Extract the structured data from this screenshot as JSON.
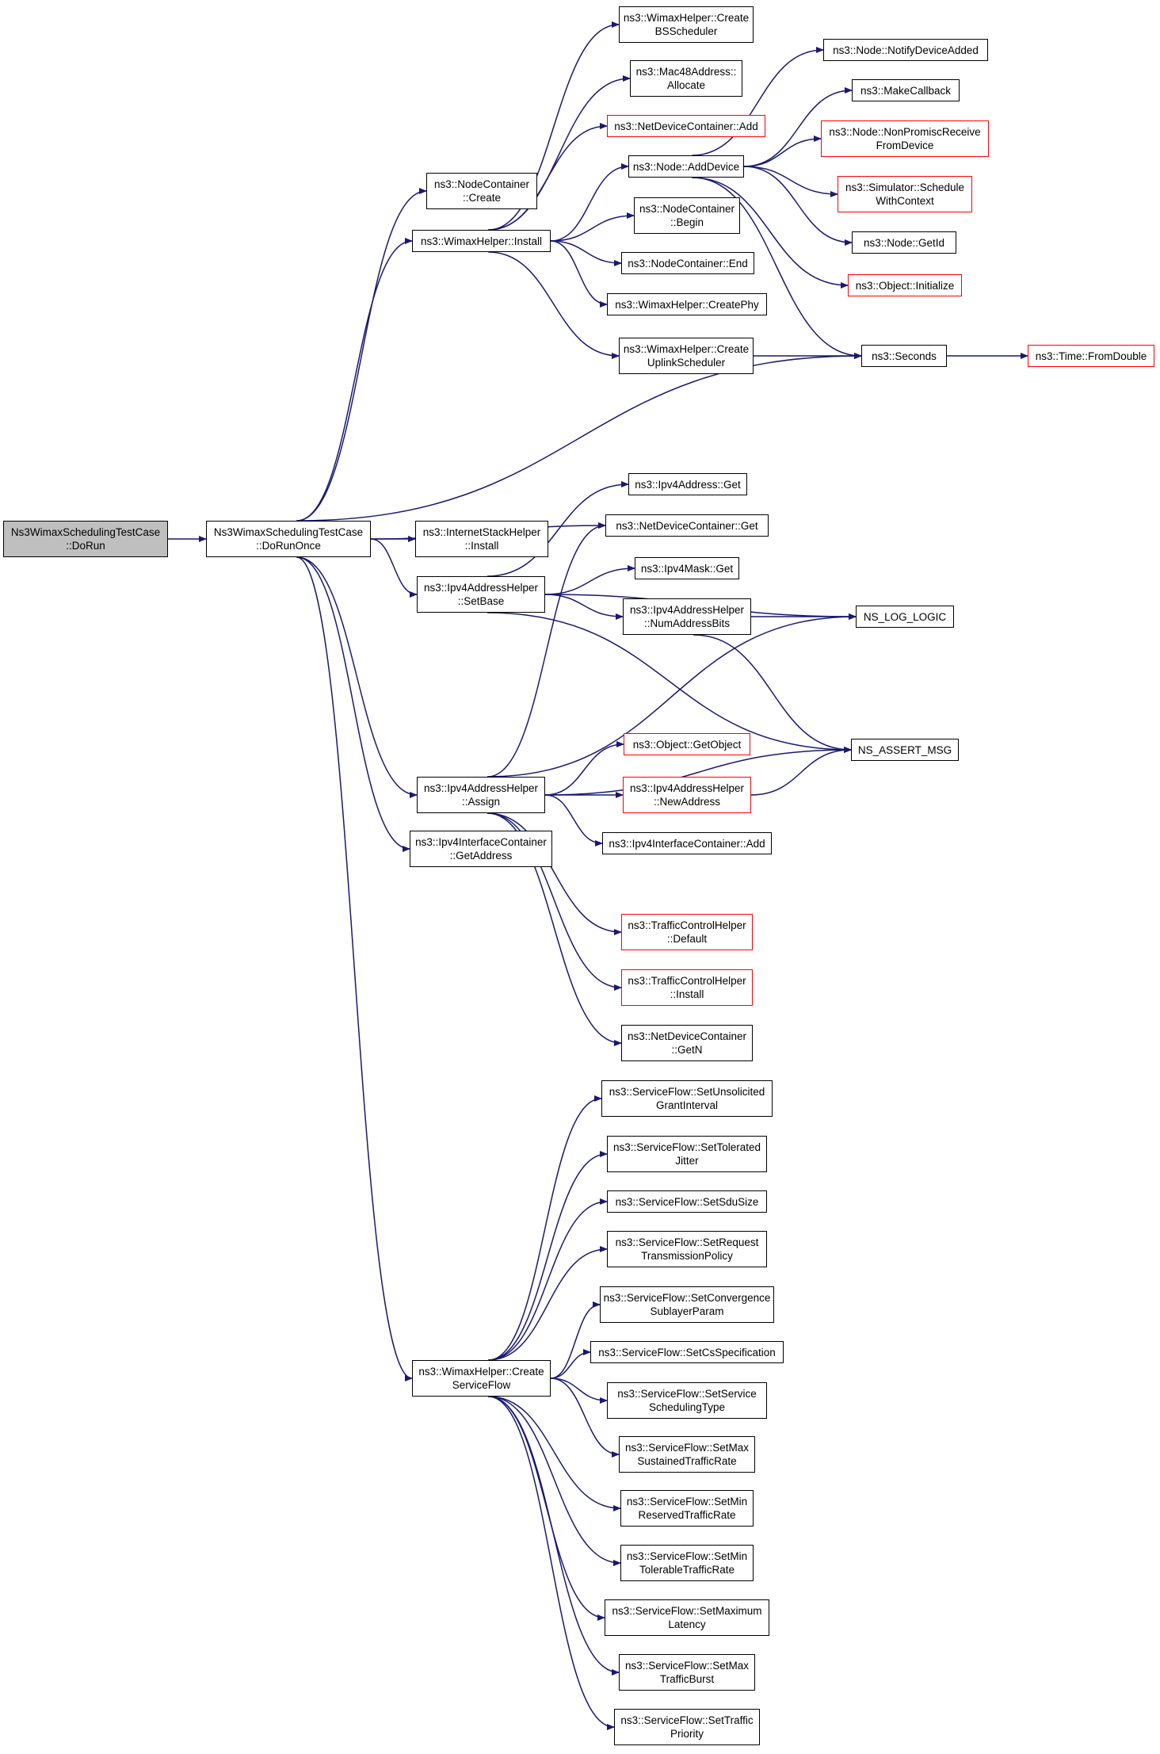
{
  "colors": {
    "edge": "#191970",
    "node_border": "#000000",
    "truncated_border": "#ff0000",
    "root_fill": "#bfbfbf"
  },
  "nodes": {
    "dorun": {
      "label": "Ns3WimaxSchedulingTestCase\n::DoRun",
      "style": "root"
    },
    "dorunonce": {
      "label": "Ns3WimaxSchedulingTestCase\n::DoRunOnce",
      "style": "normal"
    },
    "nc_create": {
      "label": "ns3::NodeContainer\n::Create",
      "style": "normal"
    },
    "wh_install": {
      "label": "ns3::WimaxHelper::Install",
      "style": "normal"
    },
    "ish_install": {
      "label": "ns3::InternetStackHelper\n::Install",
      "style": "normal"
    },
    "ipv4ah_setbase": {
      "label": "ns3::Ipv4AddressHelper\n::SetBase",
      "style": "normal"
    },
    "ipv4ah_assign": {
      "label": "ns3::Ipv4AddressHelper\n::Assign",
      "style": "normal"
    },
    "ipv4ic_getaddress": {
      "label": "ns3::Ipv4InterfaceContainer\n::GetAddress",
      "style": "normal"
    },
    "wh_createsf": {
      "label": "ns3::WimaxHelper::Create\nServiceFlow",
      "style": "normal"
    },
    "wh_createbss": {
      "label": "ns3::WimaxHelper::Create\nBSScheduler",
      "style": "normal"
    },
    "mac48_allocate": {
      "label": "ns3::Mac48Address::\nAllocate",
      "style": "normal"
    },
    "ndc_add": {
      "label": "ns3::NetDeviceContainer::Add",
      "style": "red"
    },
    "node_adddevice": {
      "label": "ns3::Node::AddDevice",
      "style": "normal"
    },
    "nc_begin": {
      "label": "ns3::NodeContainer\n::Begin",
      "style": "normal"
    },
    "nc_end": {
      "label": "ns3::NodeContainer::End",
      "style": "normal"
    },
    "wh_createphy": {
      "label": "ns3::WimaxHelper::CreatePhy",
      "style": "normal"
    },
    "wh_createul": {
      "label": "ns3::WimaxHelper::Create\nUplinkScheduler",
      "style": "normal"
    },
    "node_notify": {
      "label": "ns3::Node::NotifyDeviceAdded",
      "style": "normal"
    },
    "makecallback": {
      "label": "ns3::MakeCallback",
      "style": "normal"
    },
    "node_nonpromisc": {
      "label": "ns3::Node::NonPromiscReceive\nFromDevice",
      "style": "red"
    },
    "sim_schedule": {
      "label": "ns3::Simulator::Schedule\nWithContext",
      "style": "red"
    },
    "node_getid": {
      "label": "ns3::Node::GetId",
      "style": "normal"
    },
    "obj_initialize": {
      "label": "ns3::Object::Initialize",
      "style": "red"
    },
    "seconds": {
      "label": "ns3::Seconds",
      "style": "normal"
    },
    "time_fromdouble": {
      "label": "ns3::Time::FromDouble",
      "style": "red"
    },
    "ipv4addr_get": {
      "label": "ns3::Ipv4Address::Get",
      "style": "normal"
    },
    "ndc_get": {
      "label": "ns3::NetDeviceContainer::Get",
      "style": "normal"
    },
    "ipv4mask_get": {
      "label": "ns3::Ipv4Mask::Get",
      "style": "normal"
    },
    "ipv4ah_numbits": {
      "label": "ns3::Ipv4AddressHelper\n::NumAddressBits",
      "style": "normal"
    },
    "ns_log_logic": {
      "label": "NS_LOG_LOGIC",
      "style": "normal"
    },
    "ns_assert_msg": {
      "label": "NS_ASSERT_MSG",
      "style": "normal"
    },
    "obj_getobject": {
      "label": "ns3::Object::GetObject",
      "style": "red"
    },
    "ipv4ah_newaddr": {
      "label": "ns3::Ipv4AddressHelper\n::NewAddress",
      "style": "red"
    },
    "ipv4ic_add": {
      "label": "ns3::Ipv4InterfaceContainer::Add",
      "style": "normal"
    },
    "tch_default": {
      "label": "ns3::TrafficControlHelper\n::Default",
      "style": "red"
    },
    "tch_install": {
      "label": "ns3::TrafficControlHelper\n::Install",
      "style": "red"
    },
    "ndc_getn": {
      "label": "ns3::NetDeviceContainer\n::GetN",
      "style": "normal"
    },
    "sf_unsolicited": {
      "label": "ns3::ServiceFlow::SetUnsolicited\nGrantInterval",
      "style": "normal"
    },
    "sf_jitter": {
      "label": "ns3::ServiceFlow::SetTolerated\nJitter",
      "style": "normal"
    },
    "sf_sdusize": {
      "label": "ns3::ServiceFlow::SetSduSize",
      "style": "normal"
    },
    "sf_reqtx": {
      "label": "ns3::ServiceFlow::SetRequest\nTransmissionPolicy",
      "style": "normal"
    },
    "sf_convergence": {
      "label": "ns3::ServiceFlow::SetConvergence\nSublayerParam",
      "style": "normal"
    },
    "sf_csspec": {
      "label": "ns3::ServiceFlow::SetCsSpecification",
      "style": "normal"
    },
    "sf_schedtype": {
      "label": "ns3::ServiceFlow::SetService\nSchedulingType",
      "style": "normal"
    },
    "sf_maxsustained": {
      "label": "ns3::ServiceFlow::SetMax\nSustainedTrafficRate",
      "style": "normal"
    },
    "sf_minreserved": {
      "label": "ns3::ServiceFlow::SetMin\nReservedTrafficRate",
      "style": "normal"
    },
    "sf_mintolerable": {
      "label": "ns3::ServiceFlow::SetMin\nTolerableTrafficRate",
      "style": "normal"
    },
    "sf_maxlatency": {
      "label": "ns3::ServiceFlow::SetMaximum\nLatency",
      "style": "normal"
    },
    "sf_maxburst": {
      "label": "ns3::ServiceFlow::SetMax\nTrafficBurst",
      "style": "normal"
    },
    "sf_priority": {
      "label": "ns3::ServiceFlow::SetTraffic\nPriority",
      "style": "normal"
    }
  },
  "edges": [
    [
      "dorun",
      "dorunonce"
    ],
    [
      "dorunonce",
      "nc_create"
    ],
    [
      "dorunonce",
      "wh_install"
    ],
    [
      "dorunonce",
      "seconds"
    ],
    [
      "dorunonce",
      "ndc_get"
    ],
    [
      "dorunonce",
      "ish_install"
    ],
    [
      "dorunonce",
      "ipv4ah_setbase"
    ],
    [
      "dorunonce",
      "ipv4ah_assign"
    ],
    [
      "dorunonce",
      "ipv4ic_getaddress"
    ],
    [
      "dorunonce",
      "wh_createsf"
    ],
    [
      "wh_install",
      "wh_createbss"
    ],
    [
      "wh_install",
      "mac48_allocate"
    ],
    [
      "wh_install",
      "ndc_add"
    ],
    [
      "wh_install",
      "node_adddevice"
    ],
    [
      "wh_install",
      "nc_begin"
    ],
    [
      "wh_install",
      "nc_end"
    ],
    [
      "wh_install",
      "wh_createphy"
    ],
    [
      "wh_install",
      "wh_createul"
    ],
    [
      "node_adddevice",
      "node_notify"
    ],
    [
      "node_adddevice",
      "makecallback"
    ],
    [
      "node_adddevice",
      "node_nonpromisc"
    ],
    [
      "node_adddevice",
      "sim_schedule"
    ],
    [
      "node_adddevice",
      "node_getid"
    ],
    [
      "node_adddevice",
      "obj_initialize"
    ],
    [
      "node_adddevice",
      "seconds"
    ],
    [
      "wh_createul",
      "seconds"
    ],
    [
      "seconds",
      "time_fromdouble"
    ],
    [
      "ipv4ah_setbase",
      "ipv4addr_get"
    ],
    [
      "ipv4ah_setbase",
      "ns_log_logic"
    ],
    [
      "ipv4ah_setbase",
      "ipv4mask_get"
    ],
    [
      "ipv4ah_setbase",
      "ipv4ah_numbits"
    ],
    [
      "ipv4ah_setbase",
      "ns_assert_msg"
    ],
    [
      "ipv4ah_numbits",
      "ns_log_logic"
    ],
    [
      "ipv4ah_numbits",
      "ns_assert_msg"
    ],
    [
      "ipv4ah_assign",
      "ndc_get"
    ],
    [
      "ipv4ah_assign",
      "ns_log_logic"
    ],
    [
      "ipv4ah_assign",
      "obj_getobject"
    ],
    [
      "ipv4ah_assign",
      "ipv4ah_newaddr"
    ],
    [
      "ipv4ah_assign",
      "ipv4ic_add"
    ],
    [
      "ipv4ah_assign",
      "ns_assert_msg"
    ],
    [
      "ipv4ah_assign",
      "tch_default"
    ],
    [
      "ipv4ah_assign",
      "tch_install"
    ],
    [
      "ipv4ah_assign",
      "ndc_getn"
    ],
    [
      "ipv4ah_newaddr",
      "ns_assert_msg"
    ],
    [
      "wh_createsf",
      "sf_unsolicited"
    ],
    [
      "wh_createsf",
      "sf_jitter"
    ],
    [
      "wh_createsf",
      "sf_sdusize"
    ],
    [
      "wh_createsf",
      "sf_reqtx"
    ],
    [
      "wh_createsf",
      "sf_convergence"
    ],
    [
      "wh_createsf",
      "sf_csspec"
    ],
    [
      "wh_createsf",
      "sf_schedtype"
    ],
    [
      "wh_createsf",
      "sf_maxsustained"
    ],
    [
      "wh_createsf",
      "sf_minreserved"
    ],
    [
      "wh_createsf",
      "sf_mintolerable"
    ],
    [
      "wh_createsf",
      "sf_maxlatency"
    ],
    [
      "wh_createsf",
      "sf_maxburst"
    ],
    [
      "wh_createsf",
      "sf_priority"
    ]
  ]
}
